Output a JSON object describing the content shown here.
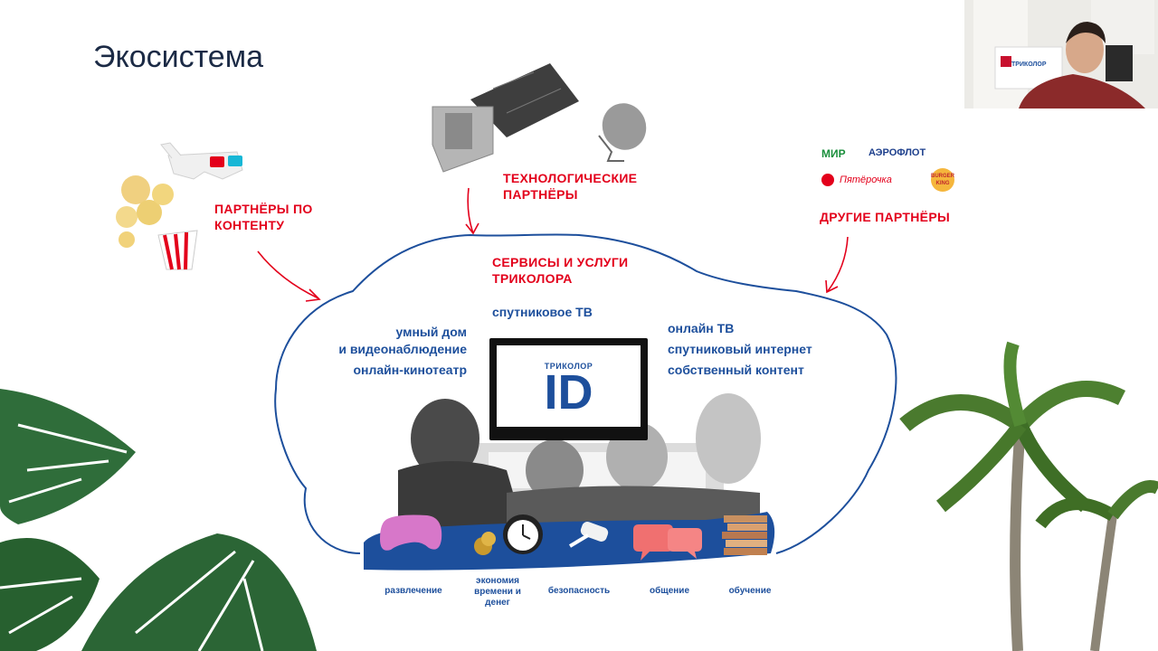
{
  "slide": {
    "title": "Экосистема",
    "content_partners": "ПАРТНЁРЫ ПО КОНТЕНТУ",
    "tech_partners": "ТЕХНОЛОГИЧЕСКИЕ ПАРТНЁРЫ",
    "other_partners": "ДРУГИЕ ПАРТНЁРЫ",
    "services_title": "СЕРВИСЫ И УСЛУГИ ТРИКОЛОРА",
    "service_satellite_tv": "спутниковое ТВ",
    "left_services": [
      "умный дом",
      "и видеонаблюдение",
      "онлайн-кинотеатр"
    ],
    "right_services": [
      "онлайн ТВ",
      "спутниковый интернет",
      "собственный контент"
    ],
    "tv_brand_small": "ТРИКОЛОР",
    "tv_brand_big": "ID",
    "categories": [
      "развлечение",
      "экономия времени и денег",
      "безопасность",
      "общение",
      "обучение"
    ],
    "partner_logos": {
      "mir": "МИР",
      "aeroflot": "АЭРОФЛОТ",
      "pyaterochka": "Пятёрочка",
      "burger_king": "BURGER KING"
    }
  },
  "webcam": {
    "banner_text": "ТРИКОЛОР"
  },
  "colors": {
    "accent_red": "#e3001b",
    "accent_blue": "#1d4f9c",
    "title": "#1b2a45"
  }
}
